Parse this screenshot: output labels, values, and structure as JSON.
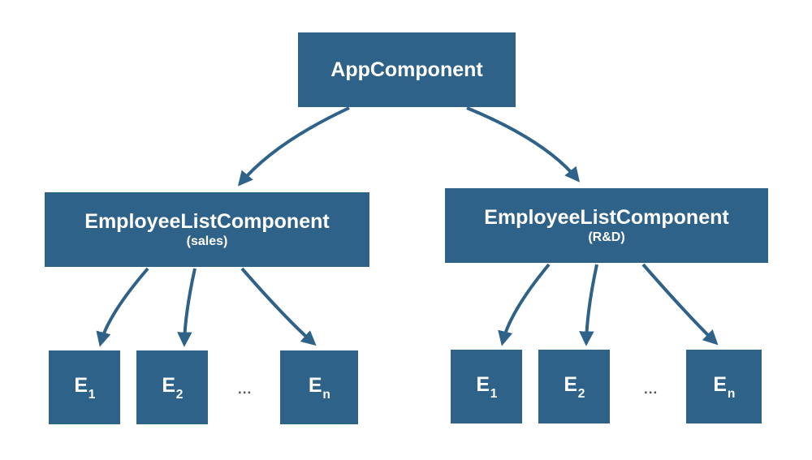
{
  "colors": {
    "box": "#2F6288",
    "arrow": "#2F6288",
    "ellipsis": "#555555",
    "background": "#FFFFFF",
    "text": "#FFFFFF"
  },
  "tree": {
    "root": {
      "label": "AppComponent"
    },
    "groups": [
      {
        "title": "EmployeeListComponent",
        "subtitle": "(sales)",
        "ellipsis": "...",
        "children": [
          {
            "base": "E",
            "sub": "1"
          },
          {
            "base": "E",
            "sub": "2"
          },
          {
            "base": "E",
            "sub": "n"
          }
        ]
      },
      {
        "title": "EmployeeListComponent",
        "subtitle": "(R&D)",
        "ellipsis": "...",
        "children": [
          {
            "base": "E",
            "sub": "1"
          },
          {
            "base": "E",
            "sub": "2"
          },
          {
            "base": "E",
            "sub": "n"
          }
        ]
      }
    ]
  }
}
